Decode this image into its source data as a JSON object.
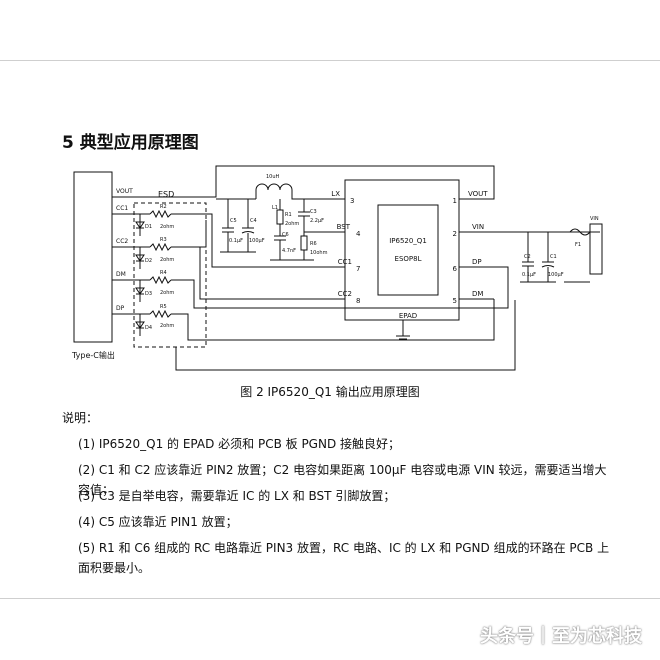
{
  "section": {
    "heading": "5  典型应用原理图"
  },
  "schematic": {
    "connector": {
      "label": "Type-C输出",
      "pins": [
        "VOUT",
        "CC1",
        "CC2",
        "DM",
        "DP"
      ]
    },
    "esd_label": "ESD",
    "resistors": [
      {
        "name": "R2",
        "value": "2ohm"
      },
      {
        "name": "R3",
        "value": "2ohm"
      },
      {
        "name": "R4",
        "value": "2ohm"
      },
      {
        "name": "R5",
        "value": "2ohm"
      }
    ],
    "diodes": [
      "D1",
      "D2",
      "D3",
      "D4"
    ],
    "inductor": {
      "name": "L1",
      "value": "10uH"
    },
    "caps_left": [
      {
        "name": "C5",
        "value": "0.1μF"
      },
      {
        "name": "C4",
        "value": "100μF"
      }
    ],
    "r1": {
      "name": "R1",
      "value": "2ohm"
    },
    "c3": {
      "name": "C3",
      "value": "2.2μF"
    },
    "c6": {
      "name": "C6",
      "value": "4.7nF"
    },
    "r6": {
      "name": "R6",
      "value": "10ohm"
    },
    "ic": {
      "name": "IP6520_Q1",
      "package": "ESOP8L",
      "epad": "EPAD",
      "left_pins": [
        {
          "label": "LX",
          "num": "3"
        },
        {
          "label": "BST",
          "num": "4"
        },
        {
          "label": "CC1",
          "num": "7"
        },
        {
          "label": "CC2",
          "num": "8"
        }
      ],
      "right_pins": [
        {
          "label": "VOUT",
          "num": "1"
        },
        {
          "label": "VIN",
          "num": "2"
        },
        {
          "label": "DP",
          "num": "6"
        },
        {
          "label": "DM",
          "num": "5"
        }
      ]
    },
    "caps_right": [
      {
        "name": "C2",
        "value": "0.1μF"
      },
      {
        "name": "C1",
        "value": "100μF"
      }
    ],
    "fuse": "F1",
    "vin_label": "VIN"
  },
  "caption": "图 2   IP6520_Q1 输出应用原理图",
  "notes": {
    "label": "说明：",
    "items": [
      "(1)  IP6520_Q1 的 EPAD 必须和 PCB 板 PGND 接触良好；",
      "(2)  C1 和 C2 应该靠近 PIN2 放置；C2 电容如果距离 100μF 电容或电源 VIN 较远，需要适当增大容值；",
      "(3)  C3 是自举电容，需要靠近 IC 的 LX 和 BST 引脚放置；",
      "(4)  C5 应该靠近 PIN1 放置；",
      "(5)  R1 和 C6 组成的 RC 电路靠近 PIN3 放置，RC 电路、IC 的 LX 和 PGND 组成的环路在 PCB 上面积要最小。"
    ]
  },
  "watermark": "头条号｜至为芯科技"
}
